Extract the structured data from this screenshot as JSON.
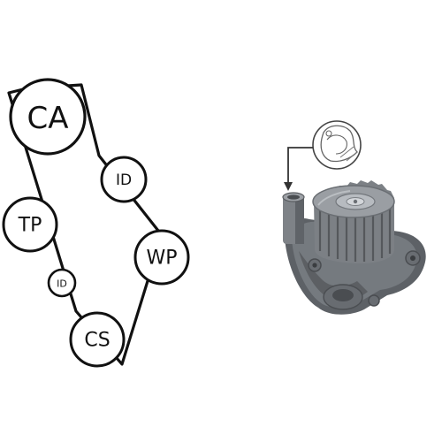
{
  "belt_diagram": {
    "pulleys": [
      {
        "id": "ca",
        "label": "CA"
      },
      {
        "id": "id-upper",
        "label": "ID"
      },
      {
        "id": "tp",
        "label": "TP"
      },
      {
        "id": "wp",
        "label": "WP"
      },
      {
        "id": "id-lower",
        "label": "ID"
      },
      {
        "id": "cs",
        "label": "CS"
      }
    ]
  },
  "part_image": {
    "name": "water-pump",
    "colors": {
      "body": "#6f7378",
      "gear": "#7d8186",
      "shadow": "#45484c",
      "highlight": "#a9adb2"
    }
  },
  "inset_detail": {
    "icon": "thermostat-detail-icon"
  }
}
